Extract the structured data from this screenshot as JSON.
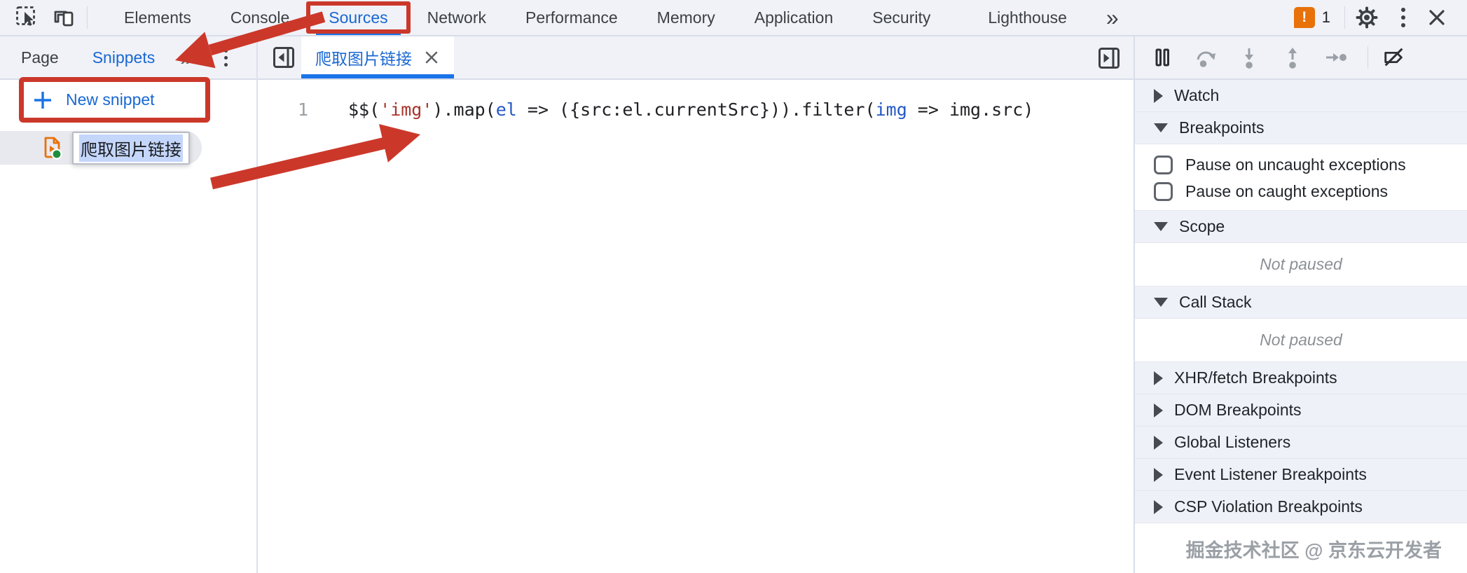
{
  "devtools_tabs": {
    "items": [
      {
        "label": "Elements"
      },
      {
        "label": "Console"
      },
      {
        "label": "Sources"
      },
      {
        "label": "Network"
      },
      {
        "label": "Performance"
      },
      {
        "label": "Memory"
      },
      {
        "label": "Application"
      },
      {
        "label": "Security"
      },
      {
        "label": "Lighthouse"
      }
    ],
    "active_tab": "Sources",
    "more_tabs_glyph": "»",
    "error_count": "1",
    "error_badge_glyph": "!"
  },
  "sidebar": {
    "tabs": [
      {
        "label": "Page"
      },
      {
        "label": "Snippets"
      }
    ],
    "active_tab": "Snippets",
    "more_glyph": "»",
    "new_snippet_label": "New snippet",
    "snippet_name": "爬取图片链接"
  },
  "editor": {
    "tab_label": "爬取图片链接",
    "line_number": "1",
    "code_tokens": [
      {
        "text": "$$(",
        "type": "plain"
      },
      {
        "text": "'img'",
        "type": "string"
      },
      {
        "text": ").map(",
        "type": "plain"
      },
      {
        "text": "el",
        "type": "variable"
      },
      {
        "text": " => ({src:el.currentSrc})).filter(",
        "type": "plain"
      },
      {
        "text": "img",
        "type": "variable"
      },
      {
        "text": " => img.src)",
        "type": "plain"
      }
    ]
  },
  "debugger": {
    "sections": {
      "watch": "Watch",
      "breakpoints": "Breakpoints",
      "scope": "Scope",
      "call_stack": "Call Stack",
      "xhr_fetch": "XHR/fetch Breakpoints",
      "dom": "DOM Breakpoints",
      "global_listeners": "Global Listeners",
      "event_listener": "Event Listener Breakpoints",
      "csp_violation": "CSP Violation Breakpoints"
    },
    "checkboxes": [
      {
        "label": "Pause on uncaught exceptions",
        "checked": false
      },
      {
        "label": "Pause on caught exceptions",
        "checked": false
      }
    ],
    "not_paused": "Not paused"
  },
  "watermark": "掘金技术社区 @ 京东云开发者",
  "colors": {
    "accent_blue": "#1a73e8",
    "active_text_blue": "#1967d2",
    "annotation_red": "#cb382a",
    "error_badge_orange": "#e8710a",
    "snippet_icon_orange": "#e8710a",
    "snippet_status_green": "#1e8e3e",
    "code_string_red": "#a8342a",
    "code_variable_blue": "#2457c5",
    "selection_blue": "#c5d6fb",
    "toolbar_bg": "#f0f2f8"
  }
}
